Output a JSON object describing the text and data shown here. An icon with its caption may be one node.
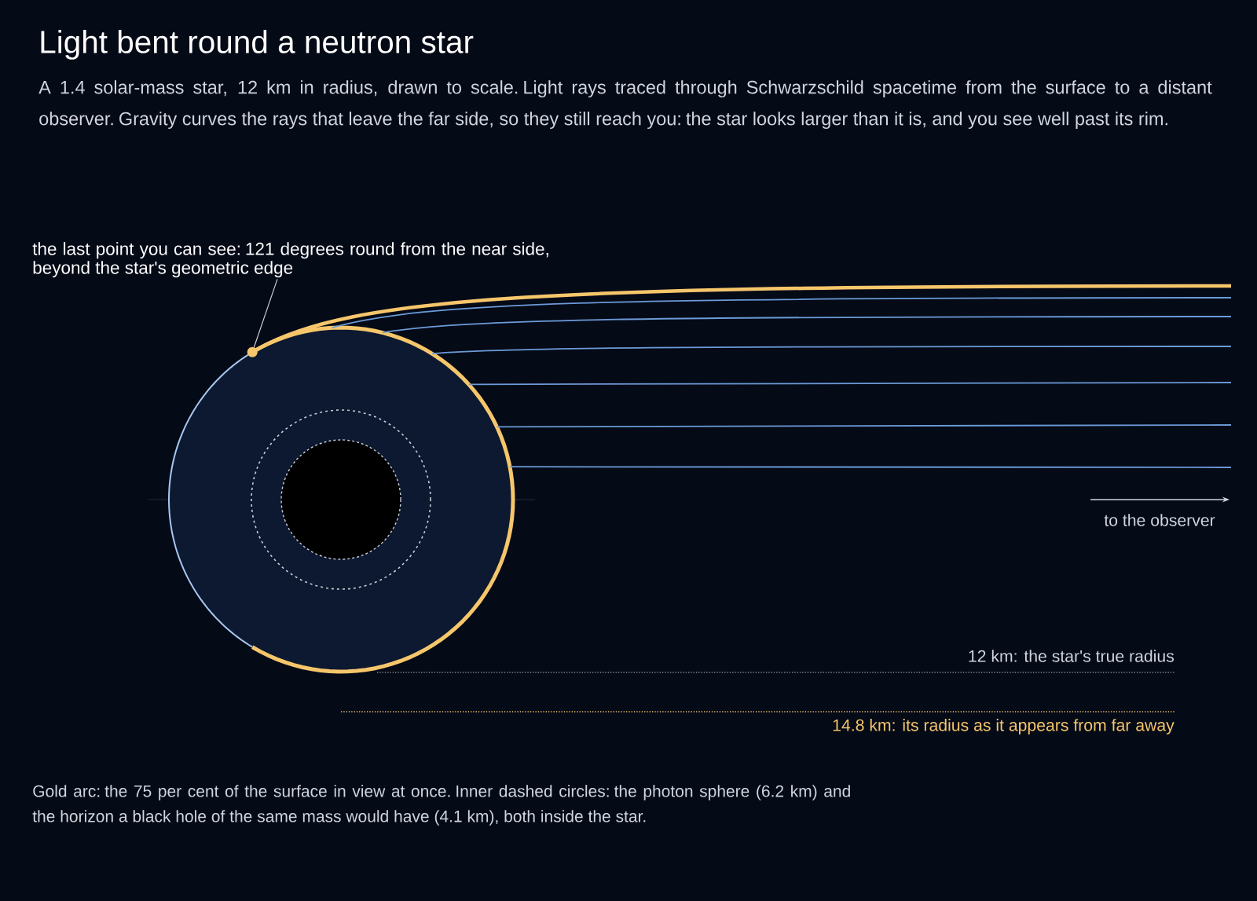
{
  "diagram": {
    "title": "Light bent round a neutron star",
    "caption": "Gold arc: the 75 per cent of the surface in view at once. Inner dashed circles: the photon sphere (6.2 km) and the horizon a black hole of the same mass would have (4.1 km), both inside the star.",
    "nodes": [
      {
        "text": [],
        "shape": "circle"
      },
      {
        "text": [
          "the last point you can see: 121 degrees round from the near side, beyond the star's geometric edge"
        ]
      },
      {
        "text": [],
        "shape": "circle"
      }
    ],
    "edges": [
      {
        "from": 1,
        "to": 2,
        "arrow": "none",
        "color": "#c8cdd6"
      },
      {
        "from": 2,
        "to": null,
        "arrow": "none",
        "style": "thick",
        "color": "#f6c66b"
      },
      {
        "from": 0,
        "to": null,
        "arrow": "none"
      },
      {
        "from": 0,
        "to": null,
        "arrow": "none"
      },
      {
        "from": 0,
        "to": null,
        "arrow": "none"
      },
      {
        "from": 0,
        "to": null,
        "arrow": "none"
      },
      {
        "from": 0,
        "to": null,
        "arrow": "none"
      },
      {
        "from": 0,
        "to": null,
        "arrow": "none"
      }
    ],
    "labels": [
      "A 1.4 solar-mass star, 12 km in radius, drawn to scale. Light rays traced through Schwarzschild spacetime from the surface to a distant observer. Gravity curves the rays that leave the far side, so they still reach you: the star looks larger than it is, and you see well past its rim.",
      "to the observer",
      "12 km: the star's true radius",
      "14.8 km: its radius as it appears from far away"
    ]
  }
}
